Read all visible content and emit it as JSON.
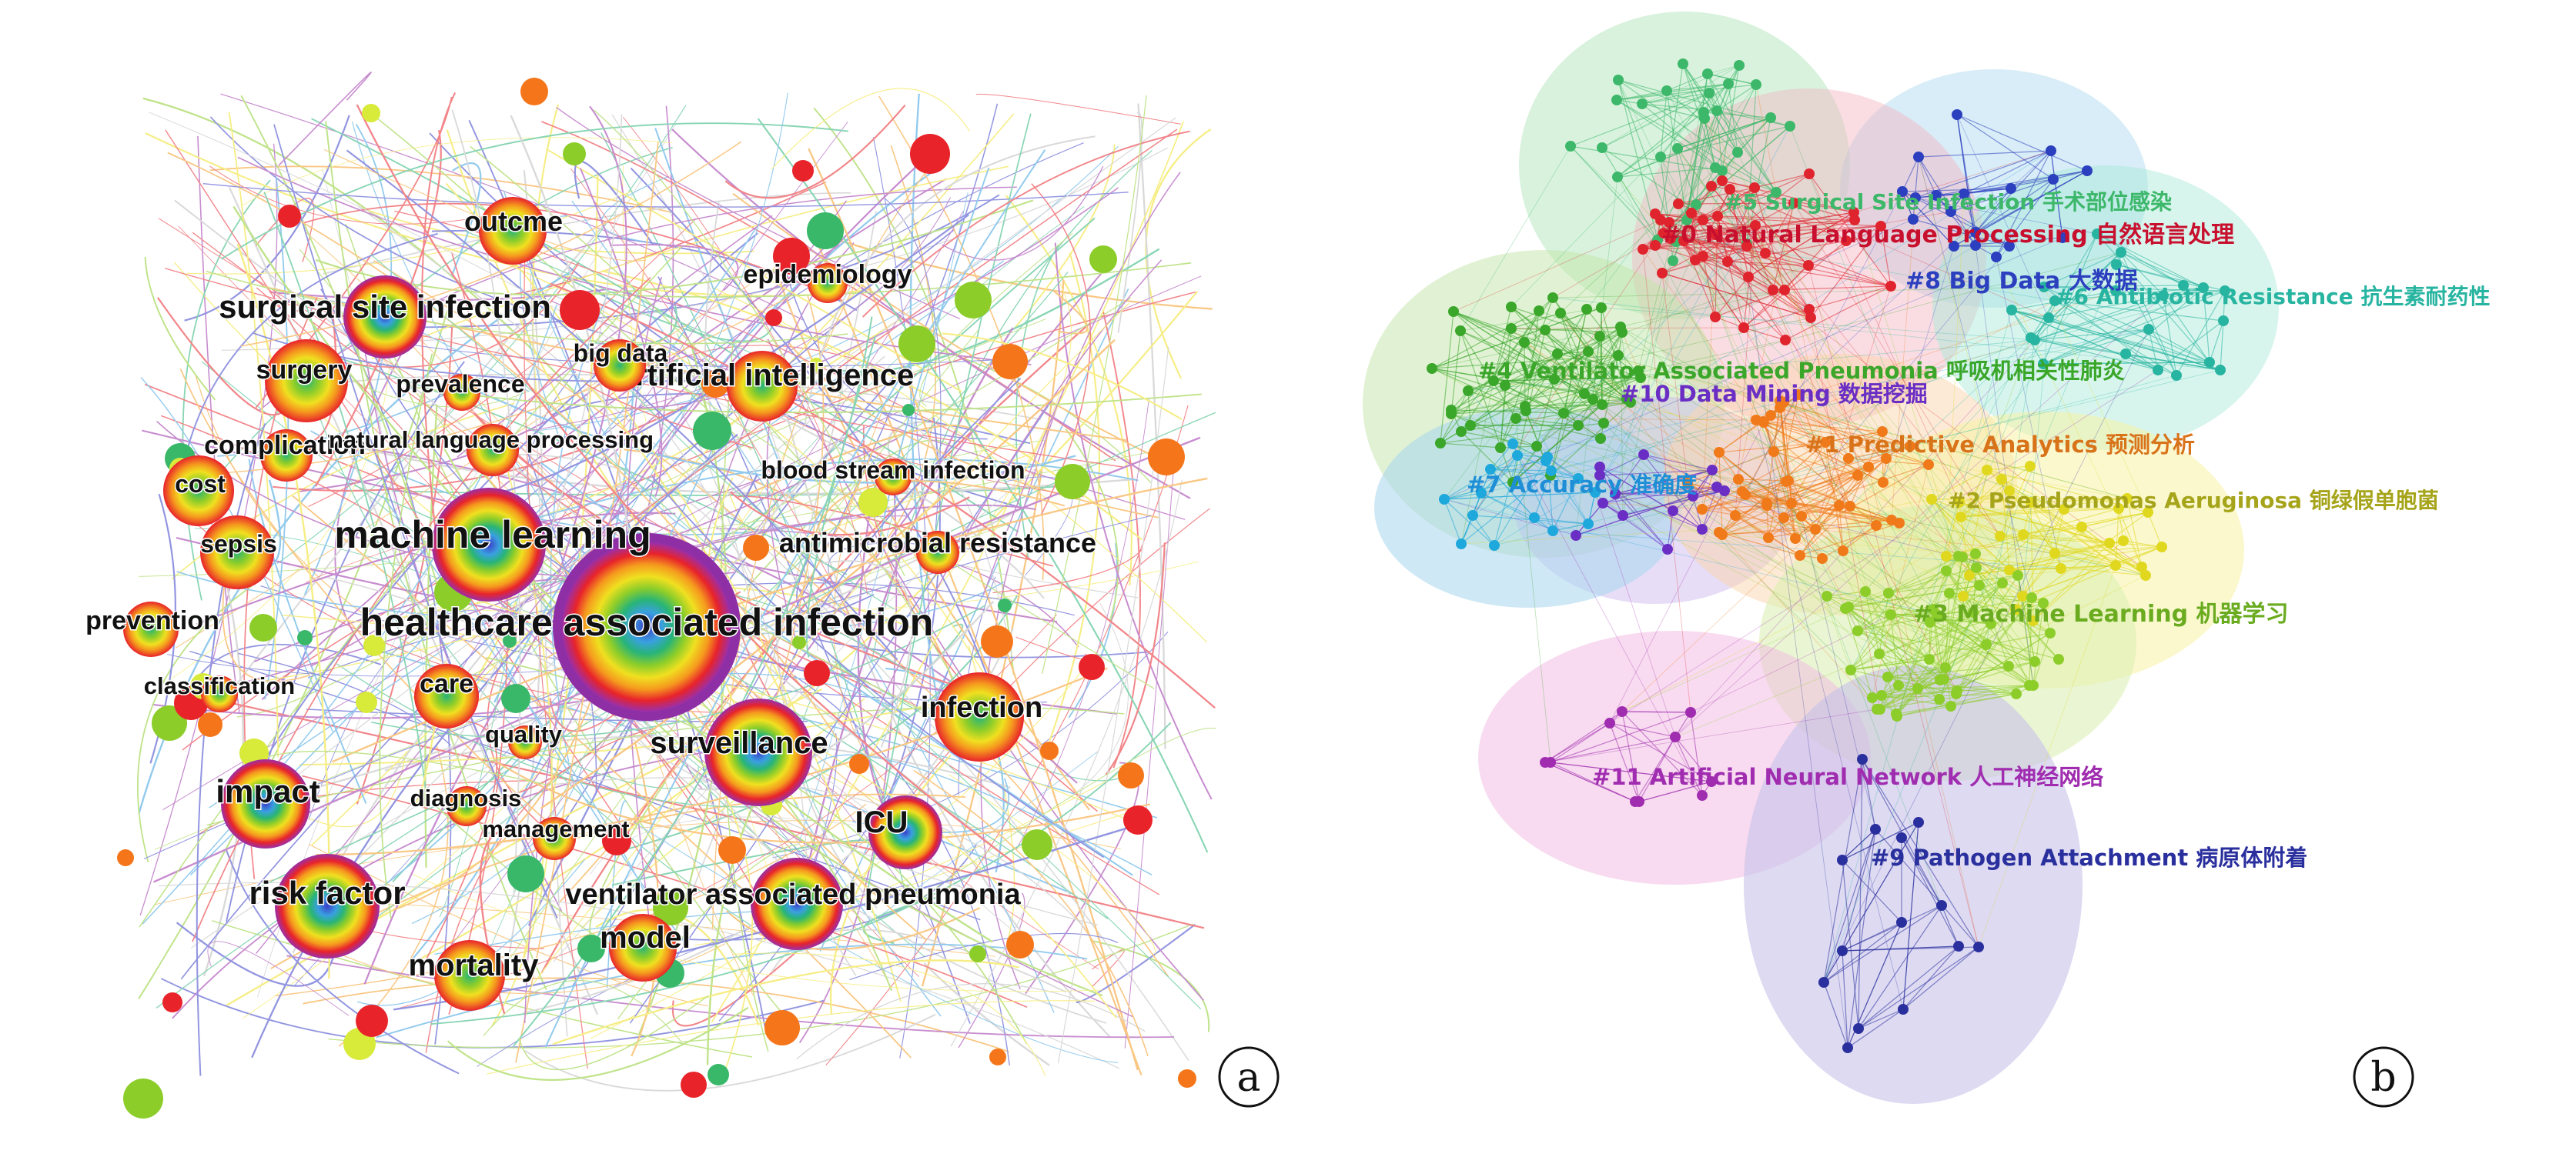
{
  "panels": {
    "a": {
      "label": "a"
    },
    "b": {
      "label": "b"
    }
  },
  "keywords": [
    "healthcare associated infection",
    "machine learning",
    "surgical site infection",
    "artificial intelligence",
    "surveillance",
    "risk factor",
    "impact",
    "ventilator associated pneumonia",
    "mortality",
    "model",
    "infection",
    "ICU",
    "outcme",
    "epidemiology",
    "surgery",
    "prevalence",
    "big data",
    "complication",
    "natural language processing",
    "cost",
    "blood stream infection",
    "sepsis",
    "antimicrobial resistance",
    "prevention",
    "classification",
    "care",
    "quality",
    "diagnosis",
    "management"
  ],
  "clusters": [
    {
      "label": "#5 Surgical Site Infection 手术部位感染",
      "color": "#3db86a"
    },
    {
      "label": "#0 Natural Language Processing 自然语言处理",
      "color": "#c8102e"
    },
    {
      "label": "#8 Big Data 大数据",
      "color": "#2b3fbf"
    },
    {
      "label": "#6 Antibiotic Resistance 抗生素耐药性",
      "color": "#27b4a0"
    },
    {
      "label": "#4 Ventilator Associated Pneumonia 呼吸机相关性肺炎",
      "color": "#3aa62a"
    },
    {
      "label": "#10 Data Mining 数据挖掘",
      "color": "#6a2ec4"
    },
    {
      "label": "#1 Predictive Analytics 预测分析",
      "color": "#d9731a"
    },
    {
      "label": "#7 Accuracy 准确度",
      "color": "#1e8fd6"
    },
    {
      "label": "#2 Pseudomonas Aeruginosa 铜绿假单胞菌",
      "color": "#a6a41a"
    },
    {
      "label": "#3 Machine Learning 机器学习",
      "color": "#6aab1f"
    },
    {
      "label": "#11 Artificial Neural Network 人工神经网络",
      "color": "#a02cb0"
    },
    {
      "label": "#9 Pathogen Attachment 病原体附着",
      "color": "#2a2f9e"
    }
  ]
}
